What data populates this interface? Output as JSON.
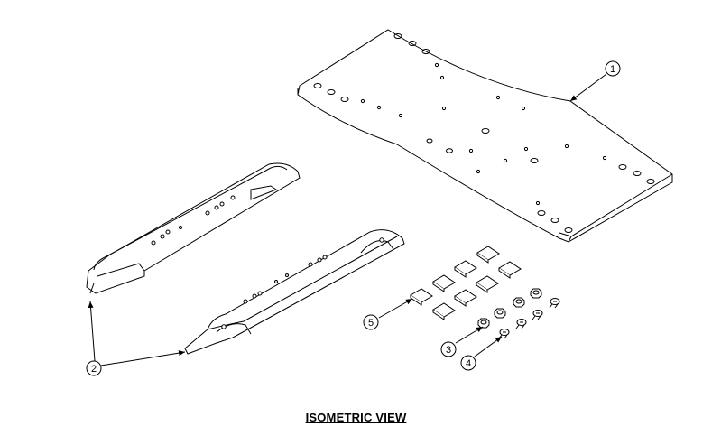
{
  "view_title": "ISOMETRIC VIEW",
  "balloons": [
    {
      "id": "balloon-1",
      "label": "1"
    },
    {
      "id": "balloon-2",
      "label": "2"
    },
    {
      "id": "balloon-3",
      "label": "3"
    },
    {
      "id": "balloon-4",
      "label": "4"
    },
    {
      "id": "balloon-5",
      "label": "5"
    }
  ],
  "colors": {
    "line": "#000000",
    "background": "#ffffff"
  }
}
